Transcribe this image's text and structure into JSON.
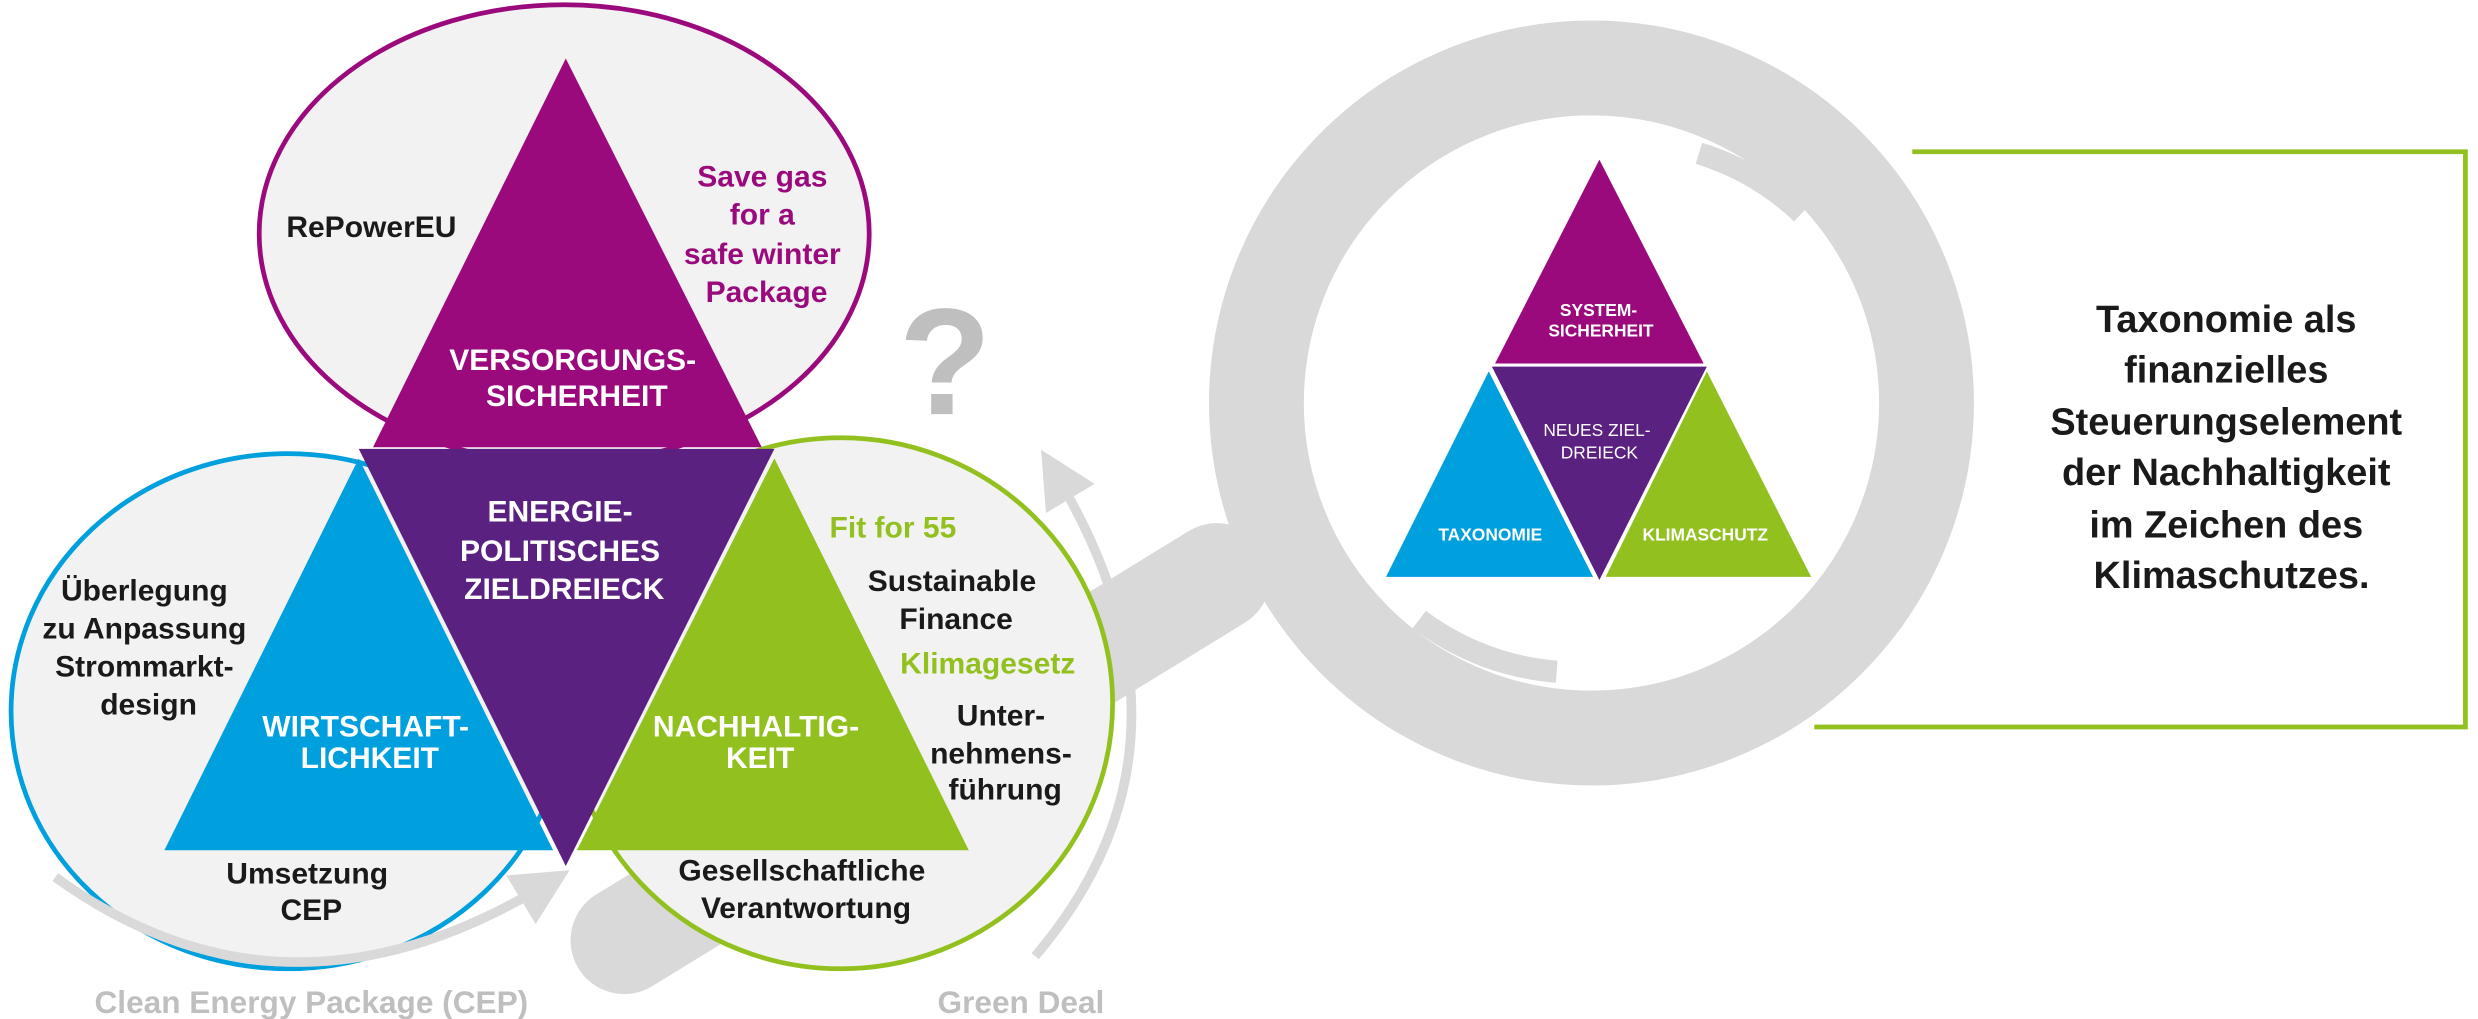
{
  "colors": {
    "magenta": "#9b0a7d",
    "violet": "#5b2180",
    "cyan": "#009fde",
    "lime": "#92c11f",
    "gray": "#d9d9d9",
    "light_bg": "#f2f2f2",
    "dark_text": "#1a1a1a",
    "label_gray": "#bfbfbf"
  },
  "left_diagram": {
    "top_triangle_label": [
      "VERSORGUNGS-",
      "SICHERHEIT"
    ],
    "center_triangle_label": [
      "ENERGIE-",
      "POLITISCHES",
      "ZIELDREIECK"
    ],
    "left_triangle_label": [
      "WIRTSCHAFT-",
      "LICHKEIT"
    ],
    "right_triangle_label": [
      "NACHHALTIG-",
      "KEIT"
    ],
    "top_ellipse": {
      "left_text": "RePowerEU",
      "right_text": [
        "Save gas",
        "for a",
        "safe winter",
        "Package"
      ]
    },
    "left_ellipse": {
      "upper_text": [
        "Überlegung",
        "zu Anpassung",
        "Strommarkt-",
        "design"
      ],
      "bottom_text": [
        "Umsetzung",
        "CEP"
      ]
    },
    "right_ellipse": {
      "fit_text": "Fit for 55",
      "finance_text": [
        "Sustainable",
        "Finance"
      ],
      "klima_text": "Klimagesetz",
      "unternehmen_text": [
        "Unter-",
        "nehmens-",
        "führung"
      ],
      "gesellschaft_text": [
        "Gesellschaftliche",
        "Verantwortung"
      ]
    },
    "question_mark": "?",
    "bottom_labels": {
      "cep": "Clean Energy Package (CEP)",
      "green_deal": "Green Deal"
    }
  },
  "magnifier": {
    "top_label": [
      "SYSTEM-",
      "SICHERHEIT"
    ],
    "center_label": [
      "NEUES ZIEL-",
      "DREIECK"
    ],
    "left_label": "TAXONOMIE",
    "right_label": "KLIMASCHUTZ"
  },
  "callout": {
    "lines": [
      "Taxonomie als",
      "finanzielles",
      "Steuerungselement",
      "der Nachhaltigkeit",
      "im Zeichen des",
      "Klimaschutzes."
    ]
  }
}
